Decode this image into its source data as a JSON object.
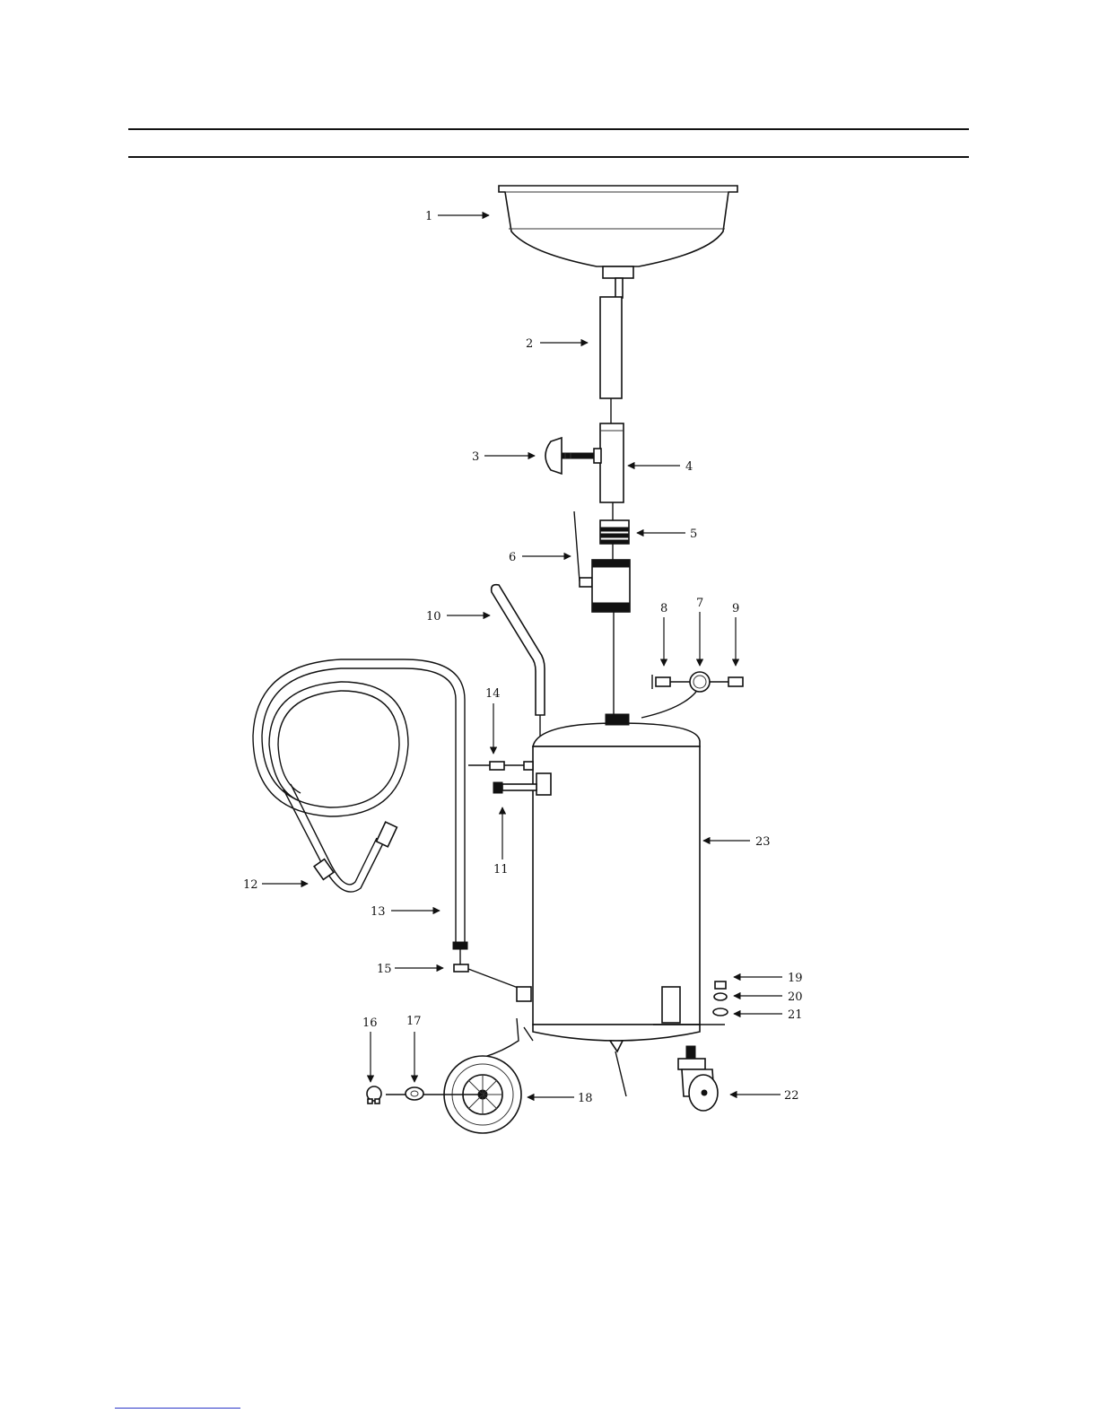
{
  "diagram": {
    "callouts": [
      {
        "id": "1",
        "label": "1"
      },
      {
        "id": "2",
        "label": "2"
      },
      {
        "id": "3",
        "label": "3"
      },
      {
        "id": "4",
        "label": "4"
      },
      {
        "id": "5",
        "label": "5"
      },
      {
        "id": "6",
        "label": "6"
      },
      {
        "id": "7",
        "label": "7"
      },
      {
        "id": "8",
        "label": "8"
      },
      {
        "id": "9",
        "label": "9"
      },
      {
        "id": "10",
        "label": "10"
      },
      {
        "id": "11",
        "label": "11"
      },
      {
        "id": "12",
        "label": "12"
      },
      {
        "id": "13",
        "label": "13"
      },
      {
        "id": "14",
        "label": "14"
      },
      {
        "id": "15",
        "label": "15"
      },
      {
        "id": "16",
        "label": "16"
      },
      {
        "id": "17",
        "label": "17"
      },
      {
        "id": "18",
        "label": "18"
      },
      {
        "id": "19",
        "label": "19"
      },
      {
        "id": "20",
        "label": "20"
      },
      {
        "id": "21",
        "label": "21"
      },
      {
        "id": "22",
        "label": "22"
      },
      {
        "id": "23",
        "label": "23"
      }
    ]
  },
  "colors": {
    "line": "#111111",
    "background": "#ffffff",
    "footer_rule": "#2a36c8"
  }
}
